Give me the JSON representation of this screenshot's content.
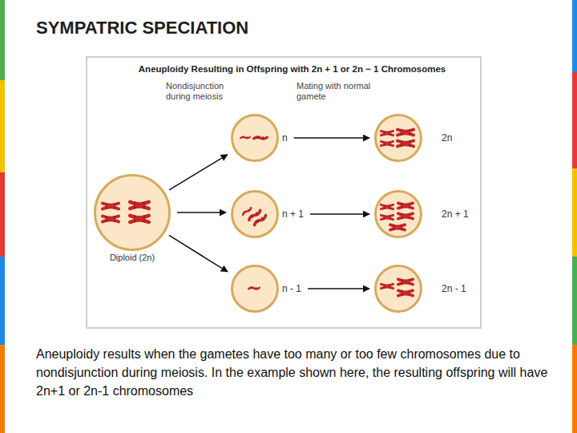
{
  "diagram": {
    "title": "SYMPATRIC SPECIATION",
    "caption": "Aneuploidy results when the gametes have too many or too few chromosomes due to nondisjunction during meiosis. In the example shown here, the resulting offspring will have 2n+1 or 2n-1 chromosomes",
    "nodes": [
      {
        "text": [
          "Aneuploidy Resulting in Offspring with 2n + 1 or 2n − 1 Chromosomes"
        ]
      },
      {
        "text": [
          "Diploid (2n)"
        ],
        "in": 0
      },
      {
        "text": [
          "n"
        ],
        "in": 0
      },
      {
        "text": [
          "n + 1"
        ],
        "in": 0
      },
      {
        "text": [
          "n - 1"
        ],
        "in": 0
      },
      {
        "text": [
          "2n"
        ],
        "in": 0
      },
      {
        "text": [
          "2n + 1"
        ],
        "in": 0
      },
      {
        "text": [
          "2n - 1"
        ],
        "in": 0
      }
    ],
    "edges": [
      {
        "from": 1,
        "to": 2,
        "arrow": "to"
      },
      {
        "from": 1,
        "to": 3,
        "arrow": "to"
      },
      {
        "from": 1,
        "to": 4,
        "arrow": "to"
      },
      {
        "from": 2,
        "to": 5,
        "arrow": "to"
      },
      {
        "from": 3,
        "to": 6,
        "arrow": "to"
      },
      {
        "from": 4,
        "to": 7,
        "arrow": "to"
      }
    ],
    "labels": [
      "Nondisjunction during meiosis",
      "Mating with normal gamete"
    ]
  }
}
